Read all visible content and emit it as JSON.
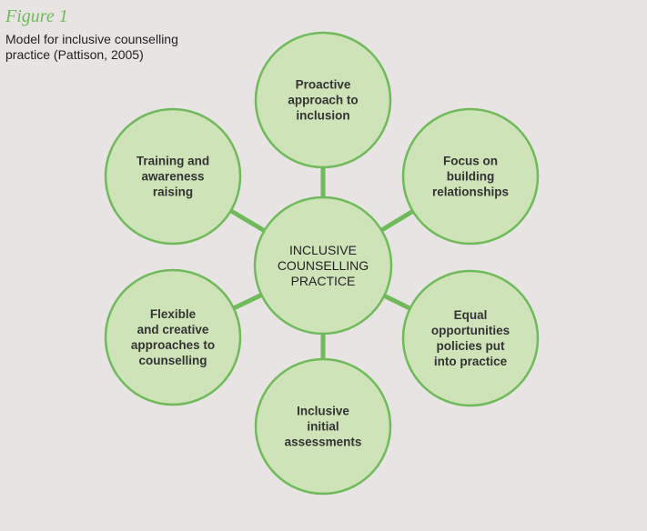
{
  "figure": {
    "label": "Figure 1",
    "caption_line1": "Model for inclusive counselling",
    "caption_line2": "practice (Pattison, 2005)"
  },
  "center": {
    "lines": [
      "INCLUSIVE",
      "COUNSELLING",
      "PRACTICE"
    ]
  },
  "nodes": [
    {
      "id": "proactive-approach",
      "lines": [
        "Proactive",
        "approach to",
        "inclusion"
      ]
    },
    {
      "id": "focus-relationships",
      "lines": [
        "Focus on",
        "building",
        "relationships"
      ]
    },
    {
      "id": "equal-opportunities",
      "lines": [
        "Equal",
        "opportunities",
        "policies put",
        "into practice"
      ]
    },
    {
      "id": "inclusive-assessments",
      "lines": [
        "Inclusive",
        "initial",
        "assessments"
      ]
    },
    {
      "id": "flexible-approaches",
      "lines": [
        "Flexible",
        "and creative",
        "approaches to",
        "counselling"
      ]
    },
    {
      "id": "training-awareness",
      "lines": [
        "Training and",
        "awareness",
        "raising"
      ]
    }
  ],
  "colors": {
    "background": "#e8e4e3",
    "circle_fill": "#cfe3b8",
    "circle_stroke": "#6fba5a",
    "title_green": "#6fba5a",
    "text": "#333333"
  }
}
